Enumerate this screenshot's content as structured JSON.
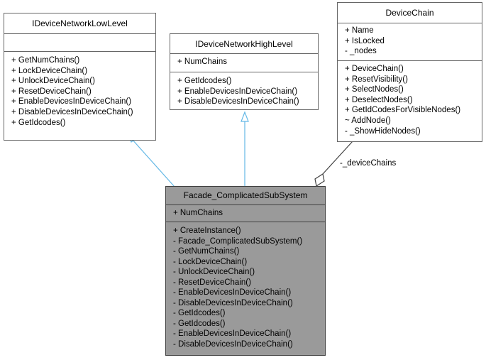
{
  "classes": {
    "low": {
      "name": "IDeviceNetworkLowLevel",
      "attributes": [],
      "methods": [
        "+ GetNumChains()",
        "+ LockDeviceChain()",
        "+ UnlockDeviceChain()",
        "+ ResetDeviceChain()",
        "+ EnableDevicesInDeviceChain()",
        "+ DisableDevicesInDeviceChain()",
        "+ GetIdcodes()"
      ]
    },
    "high": {
      "name": "IDeviceNetworkHighLevel",
      "attributes": [
        "+ NumChains"
      ],
      "methods": [
        "+ GetIdcodes()",
        "+ EnableDevicesInDeviceChain()",
        "+ DisableDevicesInDeviceChain()"
      ]
    },
    "chain": {
      "name": "DeviceChain",
      "attributes": [
        "+ Name",
        "+ IsLocked",
        "- _nodes"
      ],
      "methods": [
        "+ DeviceChain()",
        "+ ResetVisibility()",
        "+ SelectNodes()",
        "+ DeselectNodes()",
        "+ GetIdCodesForVisibleNodes()",
        "~ AddNode()",
        "- _ShowHideNodes()"
      ]
    },
    "facade": {
      "name": "Facade_ComplicatedSubSystem",
      "attributes": [
        "+ NumChains"
      ],
      "methods": [
        "+ CreateInstance()",
        "- Facade_ComplicatedSubSystem()",
        "- GetNumChains()",
        "- LockDeviceChain()",
        "- UnlockDeviceChain()",
        "- ResetDeviceChain()",
        "- EnableDevicesInDeviceChain()",
        "- DisableDevicesInDeviceChain()",
        "- GetIdcodes()",
        "- GetIdcodes()",
        "- EnableDevicesInDeviceChain()",
        "- DisableDevicesInDeviceChain()"
      ]
    }
  },
  "relations": {
    "aggregation_label": "-_deviceChains"
  },
  "colors": {
    "inheritance_edge": "#63b8e6",
    "aggregation_edge": "#404040",
    "highlight_fill": "#9a9a9a",
    "box_border": "#666666"
  }
}
